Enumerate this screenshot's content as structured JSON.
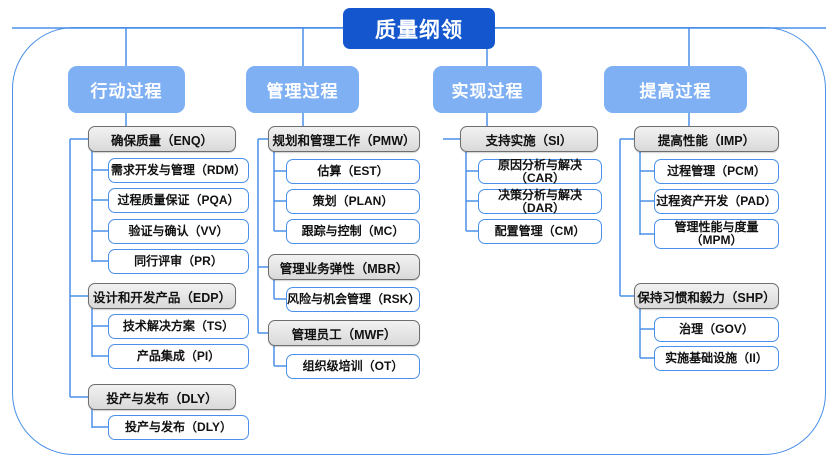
{
  "diagram": {
    "root": {
      "label": "质量纲领"
    },
    "colors": {
      "root_fill": "#1356cd",
      "header_fill": "#7fb0f4",
      "frame_border": "#4a90e8",
      "sub_border": "#4a90e8",
      "category_border": "#6e6e6e",
      "connector": "#4a90e8"
    },
    "columns": [
      {
        "header": "行动过程",
        "groups": [
          {
            "title": "确保质量（ENQ）",
            "items": [
              "需求开发与管理（RDM）",
              "过程质量保证（PQA）",
              "验证与确认（VV）",
              "同行评审（PR）"
            ]
          },
          {
            "title": "设计和开发产品（EDP）",
            "items": [
              "技术解决方案（TS）",
              "产品集成（PI）"
            ]
          },
          {
            "title": "投产与发布（DLY）",
            "items": [
              "投产与发布（DLY）"
            ]
          }
        ]
      },
      {
        "header": "管理过程",
        "groups": [
          {
            "title": "规划和管理工作（PMW）",
            "items": [
              "估算（EST）",
              "策划（PLAN）",
              "跟踪与控制（MC）"
            ]
          },
          {
            "title": "管理业务弹性（MBR）",
            "items": [
              "风险与机会管理（RSK）"
            ]
          },
          {
            "title": "管理员工（MWF）",
            "items": [
              "组织级培训（OT）"
            ]
          }
        ]
      },
      {
        "header": "实现过程",
        "groups": [
          {
            "title": "支持实施（SI）",
            "items": [
              "原因分析与解决（CAR）",
              "决策分析与解决（DAR）",
              "配置管理（CM）"
            ]
          }
        ]
      },
      {
        "header": "提高过程",
        "groups": [
          {
            "title": "提高性能（IMP）",
            "items": [
              "过程管理（PCM）",
              "过程资产开发（PAD）",
              "管理性能与度量\n（MPM）"
            ]
          },
          {
            "title": "保持习惯和毅力（SHP）",
            "items": [
              "治理（GOV）",
              "实施基础设施（II）"
            ]
          }
        ]
      }
    ]
  }
}
